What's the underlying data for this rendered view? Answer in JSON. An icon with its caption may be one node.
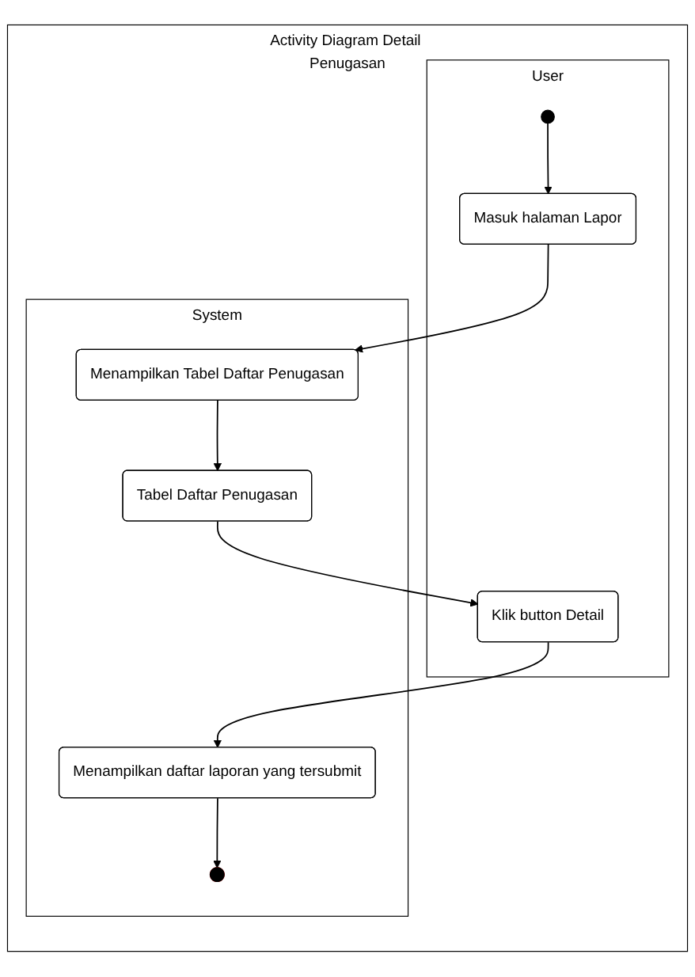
{
  "diagram": {
    "nodes": [
      {
        "text": [
          "Activity Diagram Detail Penugasan"
        ]
      },
      {
        "text": [
          "User"
        ],
        "in": 0
      },
      {
        "text": [
          "System"
        ],
        "in": 0
      },
      {
        "text": [],
        "shape": "circle",
        "in": 1
      },
      {
        "text": [
          "Masuk halaman Lapor"
        ],
        "in": 1
      },
      {
        "text": [
          "Menampilkan Tabel Daftar Penugasan"
        ],
        "in": 2
      },
      {
        "text": [
          "Tabel Daftar Penugasan"
        ],
        "in": 2
      },
      {
        "text": [
          "Klik button Detail"
        ],
        "in": 1
      },
      {
        "text": [
          "Menampilkan daftar laporan yang tersubmit"
        ],
        "in": 2
      },
      {
        "text": [],
        "shape": "circle",
        "in": 2
      }
    ],
    "edges": [
      {
        "from": 3,
        "to": 4,
        "arrow": "to"
      },
      {
        "from": 4,
        "to": 5,
        "arrow": "to"
      },
      {
        "from": 5,
        "to": 6,
        "arrow": "to"
      },
      {
        "from": 6,
        "to": 7,
        "arrow": "to"
      },
      {
        "from": 7,
        "to": 8,
        "arrow": "to"
      },
      {
        "from": 8,
        "to": 9,
        "arrow": "to"
      }
    ]
  }
}
